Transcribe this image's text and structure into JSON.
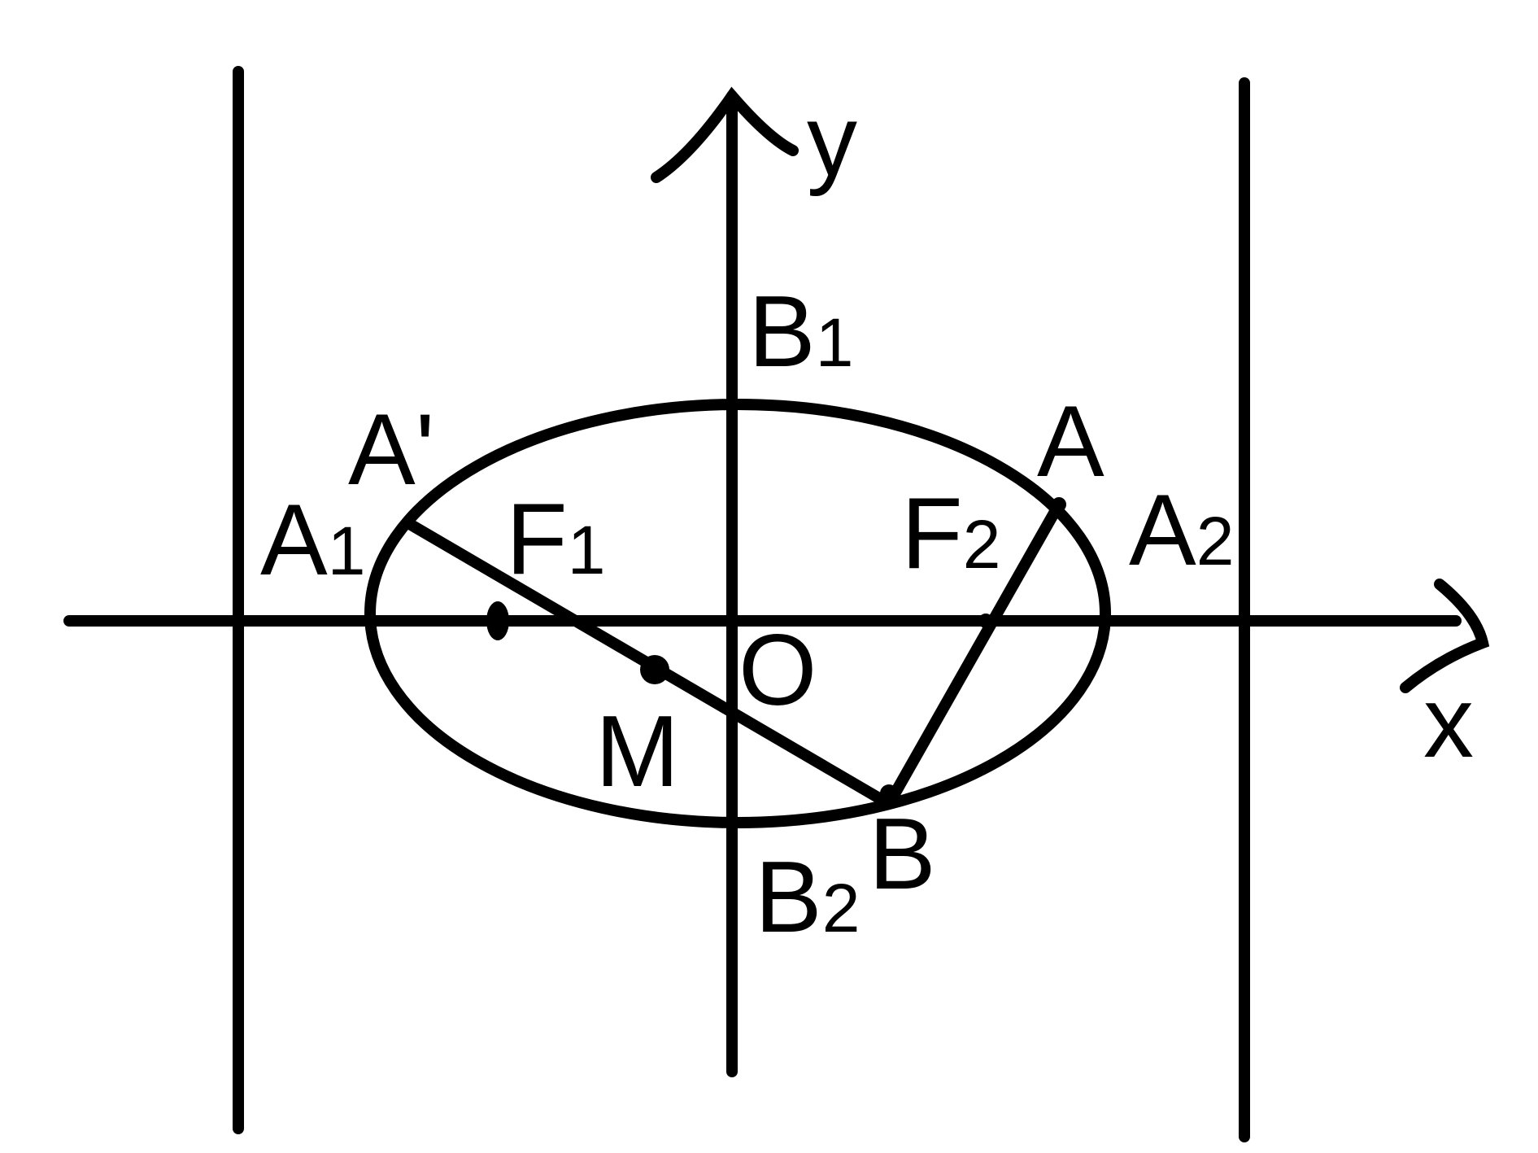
{
  "diagram": {
    "stroke_color": "#000000",
    "background": "#ffffff",
    "axes": {
      "x_label": "x",
      "y_label": "y",
      "origin_label": "O"
    },
    "vertices": {
      "A1": {
        "letter": "A",
        "sub": "1"
      },
      "A2": {
        "letter": "A",
        "sub": "2"
      },
      "B1": {
        "letter": "B",
        "sub": "1"
      },
      "B2": {
        "letter": "B",
        "sub": "2"
      }
    },
    "foci": {
      "F1": {
        "letter": "F",
        "sub": "1"
      },
      "F2": {
        "letter": "F",
        "sub": "2"
      }
    },
    "points": {
      "A": "A",
      "A_prime": "A'",
      "B": "B",
      "M": "M"
    }
  }
}
